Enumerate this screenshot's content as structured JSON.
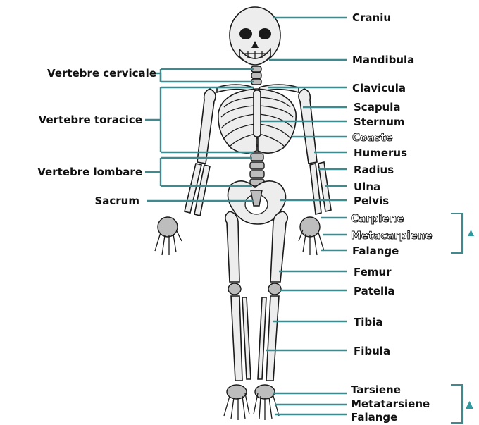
{
  "colors": {
    "leader": "#3f8a8f",
    "bone_fill": "#ededed",
    "bone_outline": "#1a1a1a",
    "arrow": "#2f9aa0"
  },
  "labels_right": [
    {
      "id": "craniu",
      "text": "Craniu"
    },
    {
      "id": "mandibula",
      "text": "Mandibula"
    },
    {
      "id": "clavicula",
      "text": "Clavicula"
    },
    {
      "id": "scapula",
      "text": "Scapula"
    },
    {
      "id": "sternum",
      "text": "Sternum"
    },
    {
      "id": "coaste",
      "text": "Coaste"
    },
    {
      "id": "humerus",
      "text": "Humerus"
    },
    {
      "id": "radius",
      "text": "Radius"
    },
    {
      "id": "ulna",
      "text": "Ulna"
    },
    {
      "id": "pelvis",
      "text": "Pelvis"
    },
    {
      "id": "carpiene",
      "text": "Carpiene"
    },
    {
      "id": "metacarpiene",
      "text": "Metacarpiene"
    },
    {
      "id": "falange_mana",
      "text": "Falange"
    },
    {
      "id": "femur",
      "text": "Femur"
    },
    {
      "id": "patella",
      "text": "Patella"
    },
    {
      "id": "tibia",
      "text": "Tibia"
    },
    {
      "id": "fibula",
      "text": "Fibula"
    },
    {
      "id": "tarsiene",
      "text": "Tarsiene"
    },
    {
      "id": "metatarsiene",
      "text": "Metatarsiene"
    },
    {
      "id": "falange_picior",
      "text": "Falange"
    }
  ],
  "labels_left": [
    {
      "id": "vertebre_cervicale",
      "text": "Vertebre cervicale"
    },
    {
      "id": "vertebre_toracice",
      "text": "Vertebre toracice"
    },
    {
      "id": "vertebre_lombare",
      "text": "Vertebre lombare"
    },
    {
      "id": "sacrum",
      "text": "Sacrum"
    }
  ],
  "icons": {
    "hand_group_arrow": "triangle-up-icon",
    "foot_group_arrow": "triangle-up-icon"
  }
}
